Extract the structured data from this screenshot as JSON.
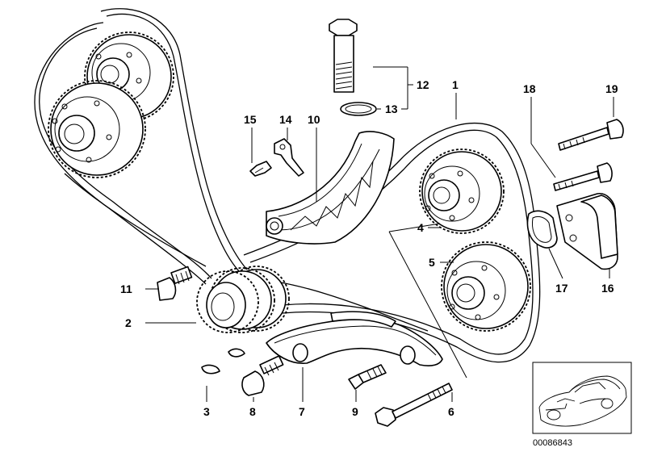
{
  "diagram": {
    "reference_code": "00086843",
    "labels": {
      "p1": "1",
      "p2": "2",
      "p3": "3",
      "p4": "4",
      "p5": "5",
      "p6": "6",
      "p7": "7",
      "p8": "8",
      "p9": "9",
      "p10": "10",
      "p11": "11",
      "p12": "12",
      "p13": "13",
      "p14": "14",
      "p15": "15",
      "p16": "16",
      "p17": "17",
      "p18": "18",
      "p19": "19"
    }
  }
}
